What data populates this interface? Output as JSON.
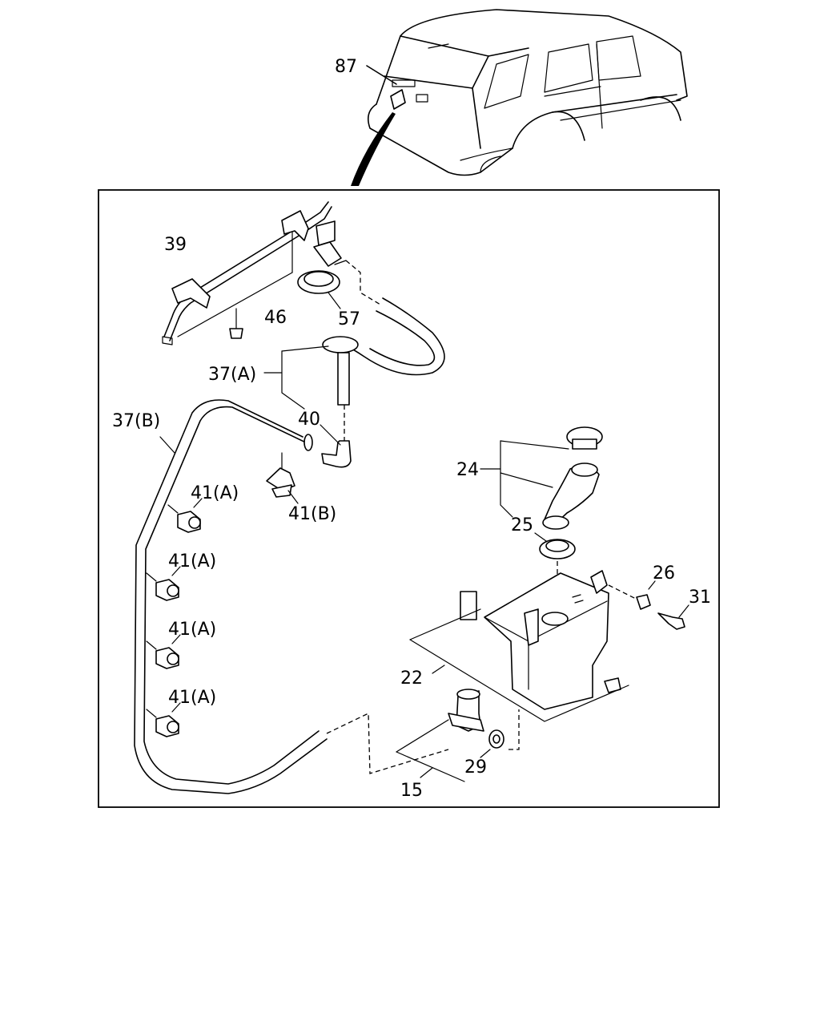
{
  "labels": {
    "p87": "87",
    "p39": "39",
    "p46": "46",
    "p57": "57",
    "p37a": "37(A)",
    "p40": "40",
    "p37b": "37(B)",
    "p41a_1": "41(A)",
    "p41b": "41(B)",
    "p41a_2": "41(A)",
    "p41a_3": "41(A)",
    "p41a_4": "41(A)",
    "p24": "24",
    "p25": "25",
    "p26": "26",
    "p31": "31",
    "p22": "22",
    "p29": "29",
    "p15": "15"
  },
  "colors": {
    "line": "#000000",
    "background": "#ffffff"
  }
}
